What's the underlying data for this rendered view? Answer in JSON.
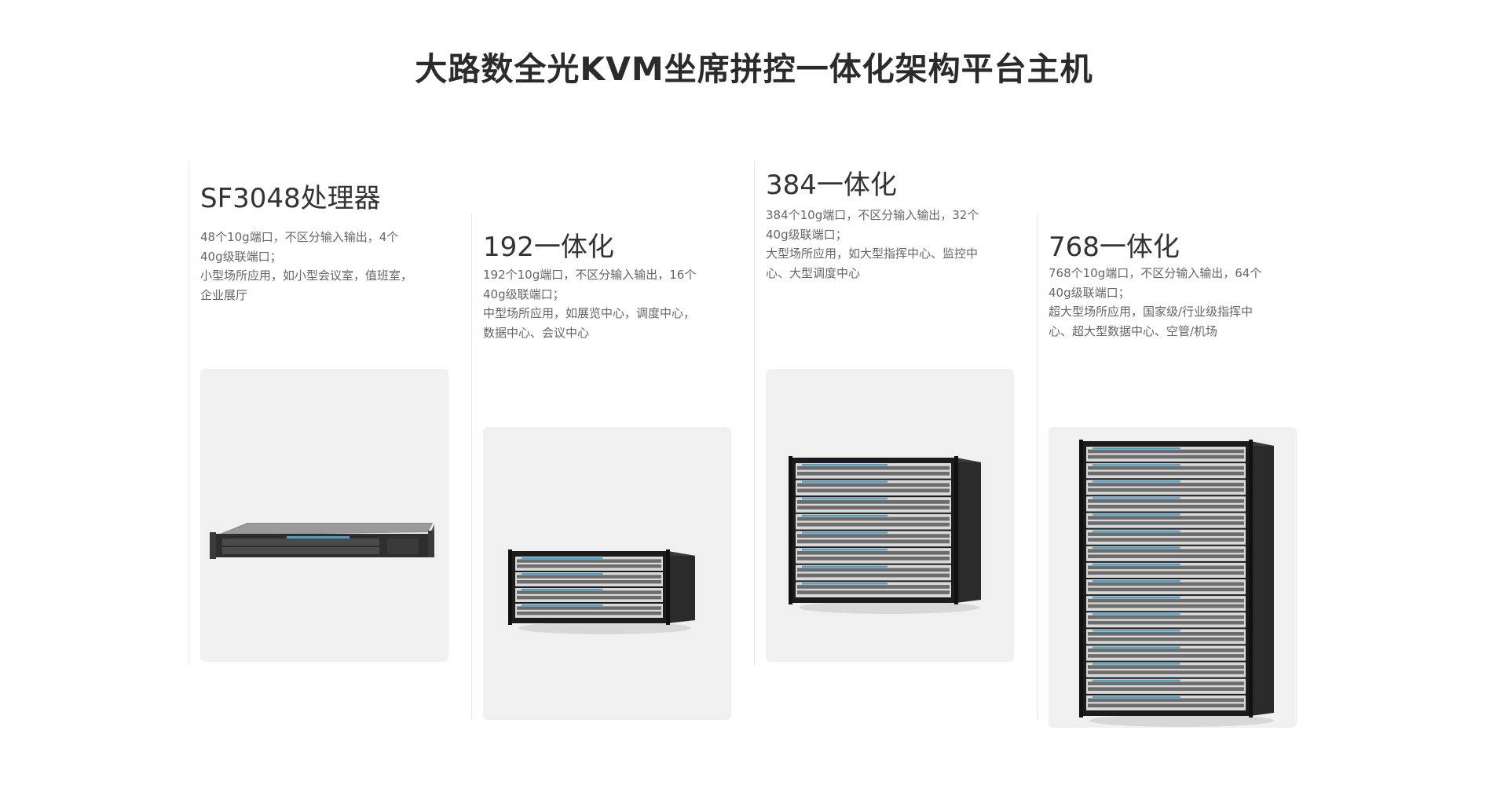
{
  "page": {
    "title": "大路数全光KVM坐席拼控一体化架构平台主机"
  },
  "products": [
    {
      "name": "SF3048处理器",
      "desc_lines": [
        "48个10g端口，不区分输入输出，4个40g级联端口；",
        "小型场所应用，如小型会议室，值班室，企业展厅"
      ],
      "image_icon": "rack-1u-switch-icon",
      "units": 1
    },
    {
      "name": "192一体化",
      "desc_lines": [
        "192个10g端口，不区分输入输出，16个40g级联端口；",
        "中型场所应用，如展览中心，调度中心，数据中心、会议中心"
      ],
      "image_icon": "rack-4u-chassis-icon",
      "units": 4
    },
    {
      "name": "384一体化",
      "desc_lines": [
        "384个10g端口，不区分输入输出，32个40g级联端口；",
        "大型场所应用，如大型指挥中心、监控中心、大型调度中心"
      ],
      "image_icon": "rack-8u-chassis-icon",
      "units": 8
    },
    {
      "name": "768一体化",
      "desc_lines": [
        "768个10g端口，不区分输入输出，64个40g级联端口；",
        "超大型场所应用，国家级/行业级指挥中心、超大型数据中心、空管/机场"
      ],
      "image_icon": "rack-16u-cabinet-icon",
      "units": 16
    }
  ]
}
